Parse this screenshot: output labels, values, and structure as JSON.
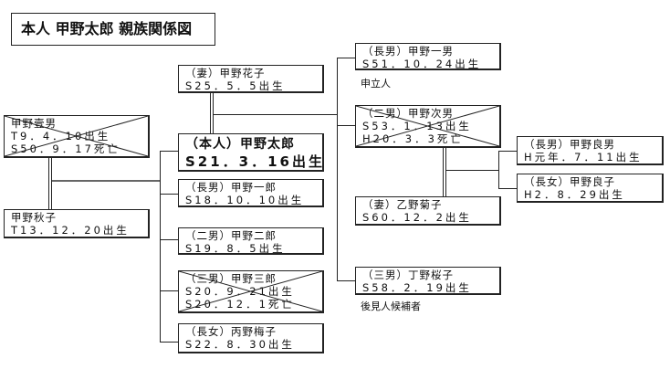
{
  "title": "本人 甲野太郎 親族関係図",
  "people": {
    "father": {
      "name": "甲野壹男",
      "birth": "T9．4．10出生",
      "death": "S50．9．17死亡",
      "deceased": true
    },
    "mother": {
      "name": "甲野秋子",
      "birth": "T13．12．20出生"
    },
    "self": {
      "name": "（本人）甲野太郎",
      "birth": "S21．3．16出生"
    },
    "wife": {
      "name": "（妻）甲野花子",
      "birth": "S25．5．5出生"
    },
    "sibling1": {
      "name": "（長男）甲野一郎",
      "birth": "S18．10．10出生"
    },
    "sibling2": {
      "name": "（二男）甲野二郎",
      "birth": "S19．8．5出生"
    },
    "sibling3": {
      "name": "（三男）甲野三郎",
      "birth": "S20．9．21出生",
      "death": "S20．12．1死亡",
      "deceased": true
    },
    "sibling4": {
      "name": "（長女）丙野梅子",
      "birth": "S22．8．30出生"
    },
    "child1": {
      "name": "（長男）甲野一男",
      "birth": "S51．10．24出生",
      "note": "申立人"
    },
    "child2": {
      "name": "（二男）甲野次男",
      "birth": "S53．1．13出生",
      "death": "H20．3．3死亡",
      "deceased": true
    },
    "child2_wife": {
      "name": "（妻）乙野菊子",
      "birth": "S60．12．2出生"
    },
    "child3": {
      "name": "（三男）丁野桜子",
      "birth": "S58．2．19出生",
      "note": "後見人候補者"
    },
    "grandchild1": {
      "name": "（長男）甲野良男",
      "birth": "H元年．7．11出生"
    },
    "grandchild2": {
      "name": "（長女）甲野良子",
      "birth": "H2．8．29出生"
    }
  }
}
